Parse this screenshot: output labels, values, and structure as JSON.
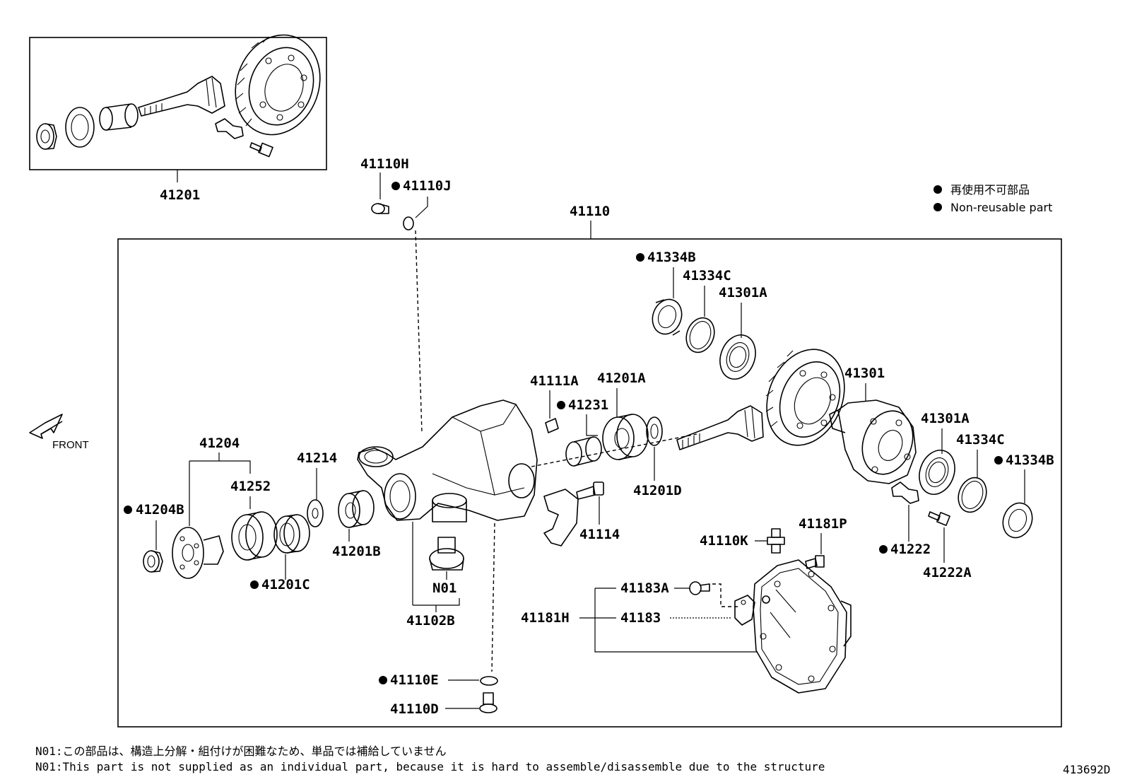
{
  "legend": {
    "bullet": "●",
    "japanese": "再使用不可部品",
    "english": "Non-reusable part"
  },
  "front_label": "FRONT",
  "diagram_id": "413692D",
  "notes": [
    "N01:この部品は、構造上分解・組付けが困難なため、単品では補給していません",
    "N01:This part is not supplied as an individual part, because it is hard to assemble/disassemble due to the structure"
  ],
  "parts": {
    "p41201": "41201",
    "p41110H": "41110H",
    "p41110J": "41110J",
    "p41110": "41110",
    "p41334B_top": "41334B",
    "p41334C_top": "41334C",
    "p41301A_top": "41301A",
    "p41111A": "41111A",
    "p41231": "41231",
    "p41201A": "41201A",
    "p41301": "41301",
    "p41204": "41204",
    "p41214": "41214",
    "p41252": "41252",
    "p41204B": "41204B",
    "p41201B": "41201B",
    "p41201C": "41201C",
    "p41201D": "41201D",
    "p41114": "41114",
    "pN01": "N01",
    "p41102B": "41102B",
    "p41301A_right": "41301A",
    "p41334C_right": "41334C",
    "p41334B_right": "41334B",
    "p41222": "41222",
    "p41222A": "41222A",
    "p41110K": "41110K",
    "p41181P": "41181P",
    "p41183A": "41183A",
    "p41181H": "41181H",
    "p41183": "41183",
    "p41110E": "41110E",
    "p41110D": "41110D"
  }
}
